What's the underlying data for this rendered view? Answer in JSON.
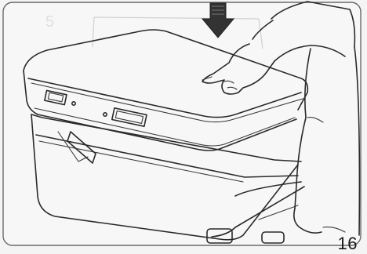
{
  "page_number": "16",
  "ghost_step_label": "5",
  "colors": {
    "ink": "#2a2a2a",
    "background": "#f4f4f4",
    "arrow": "#333333",
    "frame": "#6a6a6a"
  },
  "icons": {
    "press_arrow": "down-arrow",
    "hand": "hand-pressing"
  }
}
